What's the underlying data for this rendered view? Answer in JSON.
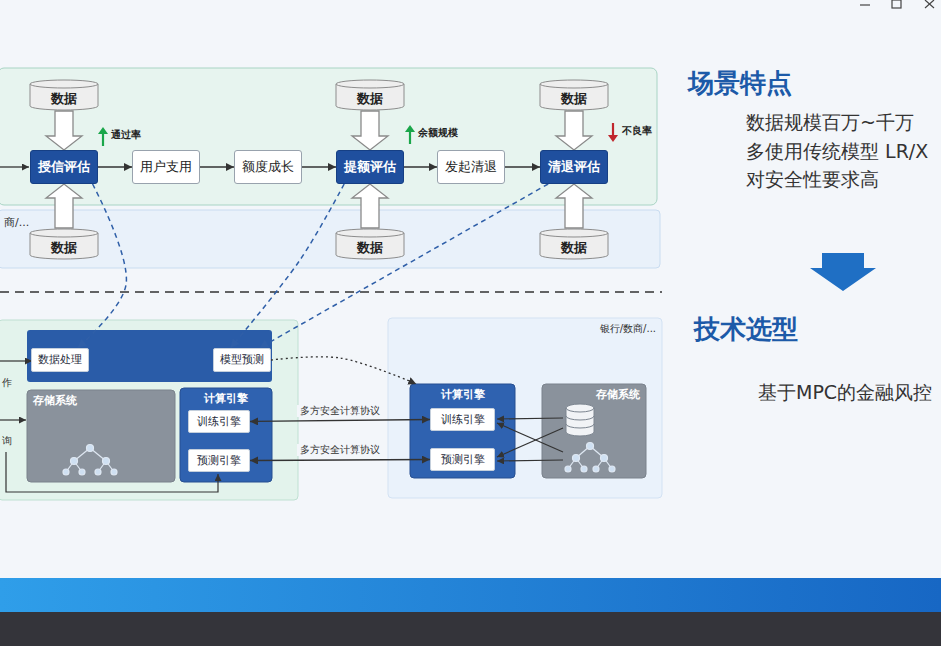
{
  "diagram": {
    "nodes": [
      {
        "text": [
          "数据"
        ]
      },
      {
        "text": [
          "数据"
        ]
      },
      {
        "text": [
          "数据"
        ]
      },
      {
        "text": [
          "授信评估"
        ]
      },
      {
        "text": [
          "用户支用"
        ]
      },
      {
        "text": [
          "额度成长"
        ]
      },
      {
        "text": [
          "提额评估"
        ]
      },
      {
        "text": [
          "发起清退"
        ]
      },
      {
        "text": [
          "清退评估"
        ]
      },
      {
        "text": [
          "商/..."
        ]
      },
      {
        "text": [
          "数据"
        ],
        "in": 9
      },
      {
        "text": [
          "数据"
        ],
        "in": 9
      },
      {
        "text": [
          "数据"
        ],
        "in": 9
      },
      {
        "text": [
          "数据处理"
        ]
      },
      {
        "text": [
          "模型预测"
        ]
      },
      {
        "text": [
          "存储系统"
        ]
      },
      {
        "text": [
          "计算引擎"
        ]
      },
      {
        "text": [
          "训练引擎"
        ],
        "in": 16
      },
      {
        "text": [
          "预测引擎"
        ],
        "in": 16
      },
      {
        "text": [
          "银行/数商/..."
        ]
      },
      {
        "text": [
          "计算引擎"
        ],
        "in": 19
      },
      {
        "text": [
          "训练引擎"
        ],
        "in": 20
      },
      {
        "text": [
          "预测引擎"
        ],
        "in": 20
      },
      {
        "text": [
          "存储系统"
        ],
        "in": 19
      }
    ],
    "edges": [
      {
        "from": 0,
        "to": 3,
        "arrow": "to"
      },
      {
        "from": 3,
        "to": 4,
        "arrow": "to"
      },
      {
        "from": 4,
        "to": 5,
        "arrow": "to"
      },
      {
        "from": 5,
        "to": 6,
        "arrow": "to"
      },
      {
        "from": 1,
        "to": 6,
        "arrow": "to"
      },
      {
        "from": 6,
        "to": 7,
        "arrow": "to"
      },
      {
        "from": 7,
        "to": 8,
        "arrow": "to"
      },
      {
        "from": 2,
        "to": 8,
        "arrow": "to"
      },
      {
        "from": 10,
        "to": 3,
        "arrow": "to"
      },
      {
        "from": 11,
        "to": 6,
        "arrow": "to"
      },
      {
        "from": 12,
        "to": 8,
        "arrow": "to"
      },
      {
        "from": 3,
        "to": 13,
        "arrow": "to"
      },
      {
        "from": 6,
        "to": 14,
        "arrow": "to"
      },
      {
        "from": 8,
        "to": 14,
        "arrow": "to"
      },
      {
        "from": 14,
        "to": 20,
        "arrow": "to"
      },
      {
        "from": 17,
        "to": 21,
        "label": "多方安全计算协议",
        "arrow": "both"
      },
      {
        "from": 18,
        "to": 22,
        "label": "多方安全计算协议",
        "arrow": "both"
      }
    ],
    "labels": [
      "通过率",
      "余额规模",
      "不良率",
      "作",
      "询",
      "场景特点",
      "数据规模百万~千万",
      "多使用传统模型 LR/X",
      "对安全性要求高",
      "技术选型",
      "基于MPC的金融风控"
    ]
  }
}
